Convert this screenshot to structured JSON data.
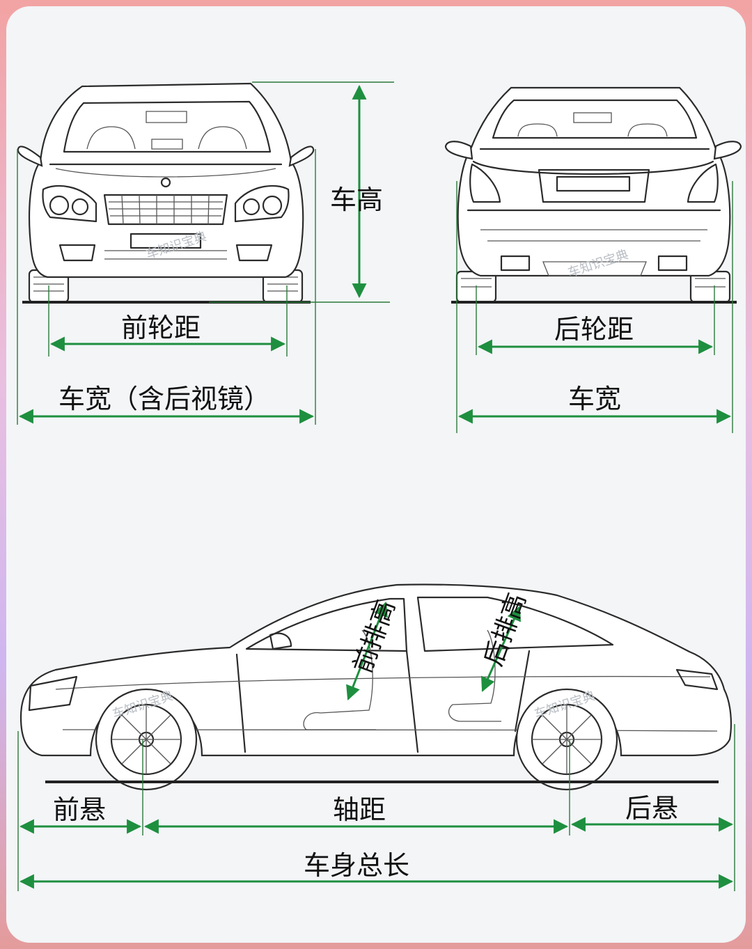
{
  "labels": {
    "height": "车高",
    "front_track": "前轮距",
    "width_with_mirrors": "车宽（含后视镜）",
    "rear_track": "后轮距",
    "width": "车宽",
    "front_row_height": "前排高",
    "rear_row_height": "后排高",
    "front_overhang": "前悬",
    "wheelbase": "轴距",
    "rear_overhang": "后悬",
    "overall_length": "车身总长"
  },
  "watermark": "车知识宝典",
  "colors": {
    "dimension_arrow": "#1e8f3f",
    "card_background": "#f3f5f7",
    "frame_pink": "#f2a3a3",
    "frame_purple": "#cfb6f0"
  }
}
